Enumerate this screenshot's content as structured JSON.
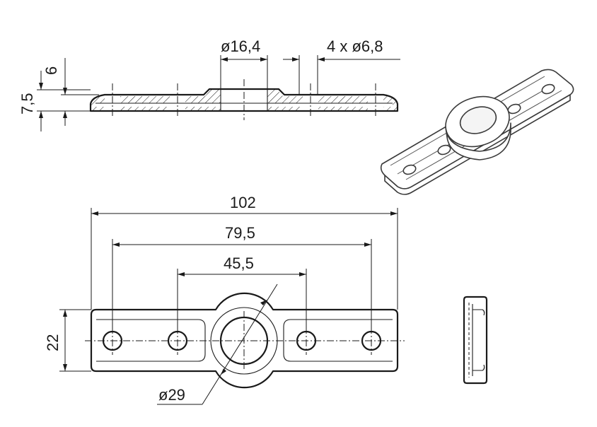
{
  "dimensions": {
    "hub_diameter": "ø16,4",
    "holes": "4 x ø6,8",
    "thickness_flange": "6",
    "thickness_total": "7,5",
    "overall_length": "102",
    "outer_hole_spacing": "79,5",
    "inner_hole_spacing": "45,5",
    "width": "22",
    "hub_outer_diameter": "ø29"
  }
}
